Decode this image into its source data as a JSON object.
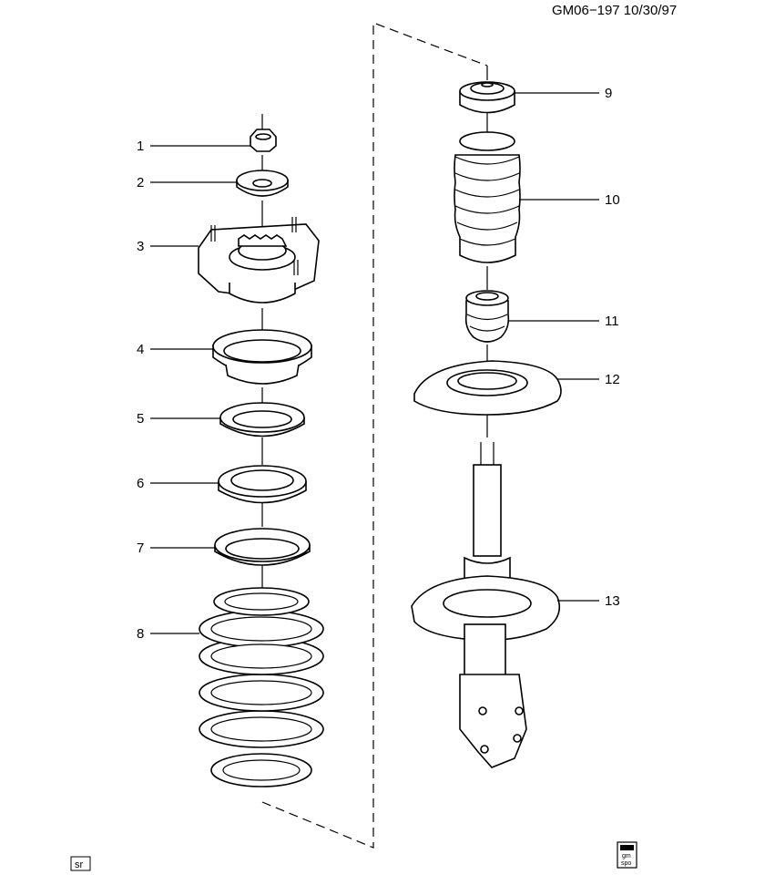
{
  "header": {
    "code": "GM06−197 10/30/97"
  },
  "callouts": [
    {
      "number": "1"
    },
    {
      "number": "2"
    },
    {
      "number": "3"
    },
    {
      "number": "4"
    },
    {
      "number": "5"
    },
    {
      "number": "6"
    },
    {
      "number": "7"
    },
    {
      "number": "8"
    },
    {
      "number": "9"
    },
    {
      "number": "10"
    },
    {
      "number": "11"
    },
    {
      "number": "12"
    },
    {
      "number": "13"
    }
  ],
  "footer": {
    "sr_box": "sr",
    "badge_line1": "gm",
    "badge_line2": "spo"
  },
  "parts": [
    "strut-mount-nut",
    "strut-mount-washer",
    "strut-mount",
    "mount-bearing-seat",
    "bearing",
    "upper-spring-seat",
    "spring-insulator",
    "coil-spring",
    "dust-cap",
    "dust-boot",
    "bumper",
    "lower-spring-insulator",
    "strut-assembly"
  ]
}
